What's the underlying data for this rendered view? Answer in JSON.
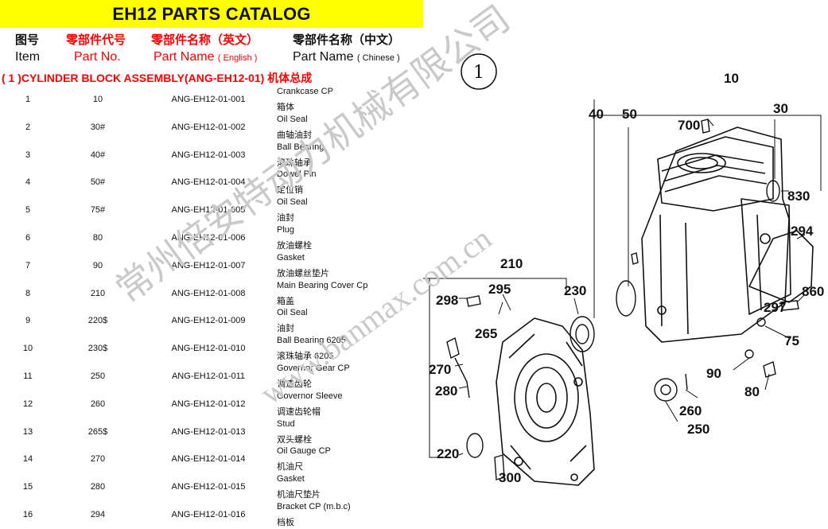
{
  "title": "EH12 PARTS CATALOG",
  "headers": {
    "item_cn": "图号",
    "partno_cn": "零部件代号",
    "name_en_cn": "零部件名称（英文）",
    "name_cn_cn": "零部件名称（中文）",
    "item_en": "Item",
    "partno_en": "Part No.",
    "name_en_en": "Part Name",
    "name_en_suffix": "( English )",
    "name_cn_en": "Part Name",
    "name_cn_suffix": "( Chinese )"
  },
  "assembly_title": "( 1 )CYLINDER BLOCK ASSEMBLY(ANG-EH12-01) 机体总成",
  "parts": [
    {
      "item": "1",
      "part_no": "10",
      "code": "ANG-EH12-01-001",
      "name_en": "Crankcase CP",
      "name_cn": "箱体"
    },
    {
      "item": "2",
      "part_no": "30#",
      "code": "ANG-EH12-01-002",
      "name_en": "Oil Seal",
      "name_cn": "曲轴油封"
    },
    {
      "item": "3",
      "part_no": "40#",
      "code": "ANG-EH12-01-003",
      "name_en": " Ball Bearing",
      "name_cn": "滚珠轴承"
    },
    {
      "item": "4",
      "part_no": "50#",
      "code": "ANG-EH12-01-004",
      "name_en": "Dowel Pin",
      "name_cn": "定位销"
    },
    {
      "item": "5",
      "part_no": "75#",
      "code": "ANG-EH12-01-005",
      "name_en": "Oil Seal",
      "name_cn": "油封"
    },
    {
      "item": "6",
      "part_no": "80",
      "code": "ANG-EH12-01-006",
      "name_en": "Plug",
      "name_cn": "放油螺栓"
    },
    {
      "item": "7",
      "part_no": "90",
      "code": "ANG-EH12-01-007",
      "name_en": "Gasket",
      "name_cn": "放油螺丝垫片"
    },
    {
      "item": "8",
      "part_no": "210",
      "code": "ANG-EH12-01-008",
      "name_en": "Main Bearing Cover Cp",
      "name_cn": "箱盖"
    },
    {
      "item": "9",
      "part_no": "220$",
      "code": "ANG-EH12-01-009",
      "name_en": "Oil Seal",
      "name_cn": "油封"
    },
    {
      "item": "10",
      "part_no": "230$",
      "code": "ANG-EH12-01-010",
      "name_en": "Ball Bearing 6205",
      "name_cn": "滚珠轴承 6205"
    },
    {
      "item": "11",
      "part_no": "250",
      "code": "ANG-EH12-01-011",
      "name_en": "Governor Gear CP",
      "name_cn": "调速齿轮"
    },
    {
      "item": "12",
      "part_no": "260",
      "code": "ANG-EH12-01-012",
      "name_en": " Governor Sleeve",
      "name_cn": "调速齿轮帽"
    },
    {
      "item": "13",
      "part_no": "265$",
      "code": "ANG-EH12-01-013",
      "name_en": "Stud",
      "name_cn": "双头螺栓"
    },
    {
      "item": "14",
      "part_no": "270",
      "code": "ANG-EH12-01-014",
      "name_en": "Oil Gauge CP",
      "name_cn": "机油尺"
    },
    {
      "item": "15",
      "part_no": "280",
      "code": "ANG-EH12-01-015",
      "name_en": "Gasket",
      "name_cn": "机油尺垫片"
    },
    {
      "item": "16",
      "part_no": "294",
      "code": "ANG-EH12-01-016",
      "name_en": "Bracket CP (m.b.c)",
      "name_cn": "档板"
    }
  ],
  "diagram": {
    "badge": "1",
    "callouts": [
      "10",
      "40",
      "50",
      "30",
      "700",
      "830",
      "294",
      "860",
      "297",
      "75",
      "80",
      "90",
      "260",
      "250",
      "210",
      "295",
      "230",
      "298",
      "265",
      "270",
      "280",
      "220",
      "300"
    ]
  },
  "watermark": {
    "company": "常州倍安特动力机械有限公司",
    "url": "www.banmax.com.cn"
  },
  "colors": {
    "banner": "#ffff00",
    "accent_red": "#ff0000",
    "watermark": "#c9c9c9"
  }
}
